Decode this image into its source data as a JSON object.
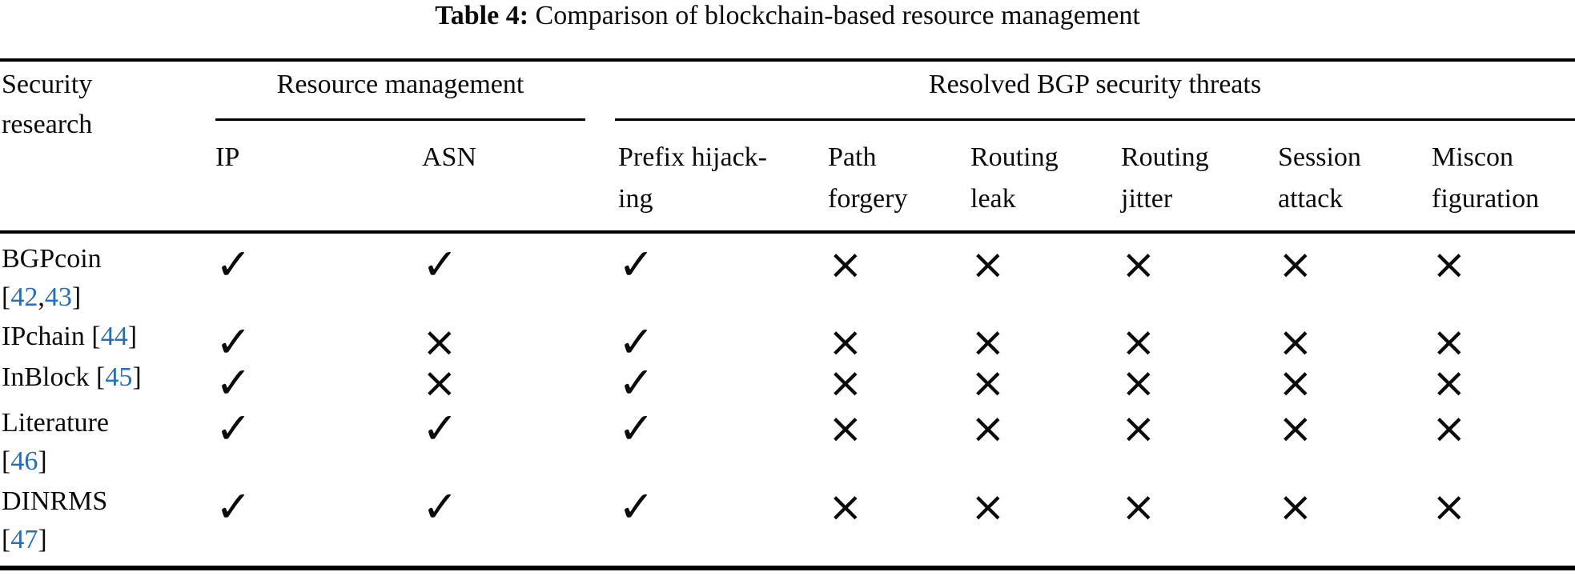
{
  "title": {
    "caption_label": "Table 4:",
    "caption_text": " Comparison of blockchain-based resource management"
  },
  "spanners": [
    {
      "id": "resource-management",
      "label": "Resource management"
    },
    {
      "id": "resolved-bgp-threats",
      "label": "Resolved BGP security threats"
    }
  ],
  "row_header": {
    "lines": [
      "Security",
      "research"
    ]
  },
  "columns": [
    {
      "id": "ip",
      "lines": [
        "IP"
      ]
    },
    {
      "id": "asn",
      "lines": [
        "ASN"
      ]
    },
    {
      "id": "prefix-hijacking",
      "lines": [
        "Prefix hijack-",
        "ing"
      ]
    },
    {
      "id": "path-forgery",
      "lines": [
        "Path",
        "forgery"
      ]
    },
    {
      "id": "routing-leak",
      "lines": [
        "Routing",
        "leak"
      ]
    },
    {
      "id": "routing-jitter",
      "lines": [
        "Routing",
        "jitter"
      ]
    },
    {
      "id": "session-attack",
      "lines": [
        "Session",
        "attack"
      ]
    },
    {
      "id": "misconfiguration",
      "lines": [
        "Miscon",
        "figuration"
      ]
    }
  ],
  "marks": {
    "check": "✓",
    "cross": "×"
  },
  "rows": [
    {
      "name_lines": [
        [
          {
            "t": "BGPcoin"
          }
        ],
        [
          {
            "t": "["
          },
          {
            "t": "42",
            "cite": true
          },
          {
            "t": ","
          },
          {
            "t": "43",
            "cite": true
          },
          {
            "t": "]"
          }
        ]
      ],
      "cells": [
        "check",
        "check",
        "check",
        "cross",
        "cross",
        "cross",
        "cross",
        "cross"
      ]
    },
    {
      "name_lines": [
        [
          {
            "t": "IPchain "
          },
          {
            "t": "["
          },
          {
            "t": "44",
            "cite": true
          },
          {
            "t": "]"
          }
        ]
      ],
      "cells": [
        "check",
        "cross",
        "check",
        "cross",
        "cross",
        "cross",
        "cross",
        "cross"
      ]
    },
    {
      "name_lines": [
        [
          {
            "t": "InBlock "
          },
          {
            "t": "["
          },
          {
            "t": "45",
            "cite": true
          },
          {
            "t": "]"
          }
        ]
      ],
      "cells": [
        "check",
        "cross",
        "check",
        "cross",
        "cross",
        "cross",
        "cross",
        "cross"
      ]
    },
    {
      "name_lines": [
        [
          {
            "t": "Literature"
          }
        ],
        [
          {
            "t": "["
          },
          {
            "t": "46",
            "cite": true
          },
          {
            "t": "]"
          }
        ]
      ],
      "cells": [
        "check",
        "check",
        "check",
        "cross",
        "cross",
        "cross",
        "cross",
        "cross"
      ]
    },
    {
      "name_lines": [
        [
          {
            "t": "DINRMS"
          }
        ],
        [
          {
            "t": "["
          },
          {
            "t": "47",
            "cite": true
          },
          {
            "t": "]"
          }
        ]
      ],
      "cells": [
        "check",
        "check",
        "check",
        "cross",
        "cross",
        "cross",
        "cross",
        "cross"
      ]
    }
  ],
  "colors": {
    "citation_blue": "#1F6FC4",
    "rule_black": "#000000"
  }
}
